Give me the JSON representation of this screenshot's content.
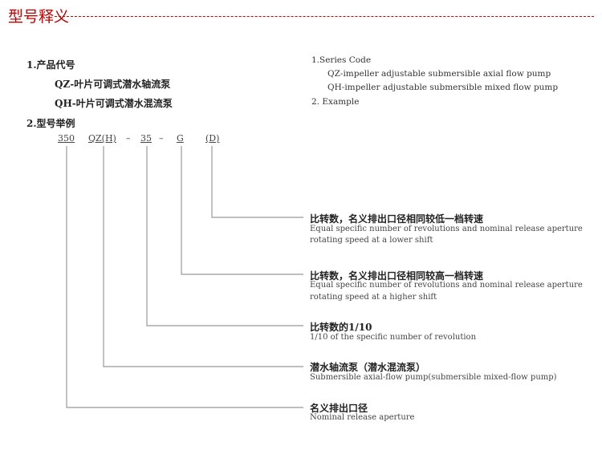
{
  "header": {
    "title": "型号释义"
  },
  "left": {
    "series_heading": "1.产品代号",
    "qz": "QZ-叶片可调式潜水轴流泵",
    "qh": "QH-叶片可调式潜水混流泵",
    "example_heading": "2.型号举例",
    "code": {
      "size": "350",
      "type": "QZ(H)",
      "dash1": "–",
      "ratio": "35",
      "dash2": "–",
      "g": "G",
      "d": "(D)"
    }
  },
  "right": {
    "series_heading": "1.Series Code",
    "qz": "QZ-impeller adjustable submersible axial flow pump",
    "qh": "QH-impeller adjustable submersible mixed flow pump",
    "example_heading": "2. Example"
  },
  "legend": [
    {
      "cn": "比转数，名义排出口径相同较低一档转速",
      "en1": "Equal specific number of revolutions and nominal release aperture",
      "en2": "rotating speed at a lower shift"
    },
    {
      "cn": "比转数，名义排出口径相同较高一档转速",
      "en1": "Equal specific number of revolutions and nominal release aperture",
      "en2": "rotating speed at a higher shift"
    },
    {
      "cn": "比转数的1/10",
      "en1": "1/10 of the specific number of revolution"
    },
    {
      "cn": "潜水轴流泵（潜水混流泵）",
      "en1": "Submersible axial-flow pump(submersible mixed-flow pump)"
    },
    {
      "cn": "名义排出口径",
      "en1": "Nominal release aperture"
    }
  ]
}
